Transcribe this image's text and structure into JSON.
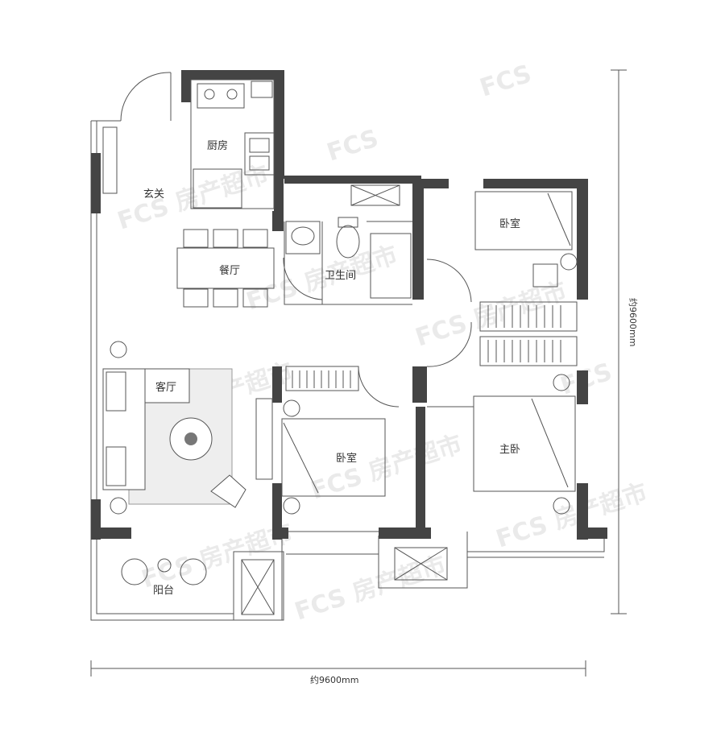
{
  "rooms": {
    "entrance": "玄关",
    "kitchen": "厨房",
    "dining": "餐厅",
    "bathroom": "卫生间",
    "bedroom_north": "卧室",
    "living": "客厅",
    "bedroom_south": "卧室",
    "master_bedroom": "主卧",
    "balcony": "阳台"
  },
  "dimensions": {
    "width": "约9600mm",
    "height": "约9600mm"
  },
  "colors": {
    "wall": "#444444",
    "line": "#555555",
    "rug": "#eeeeee",
    "watermark": "#d9d9d9"
  }
}
